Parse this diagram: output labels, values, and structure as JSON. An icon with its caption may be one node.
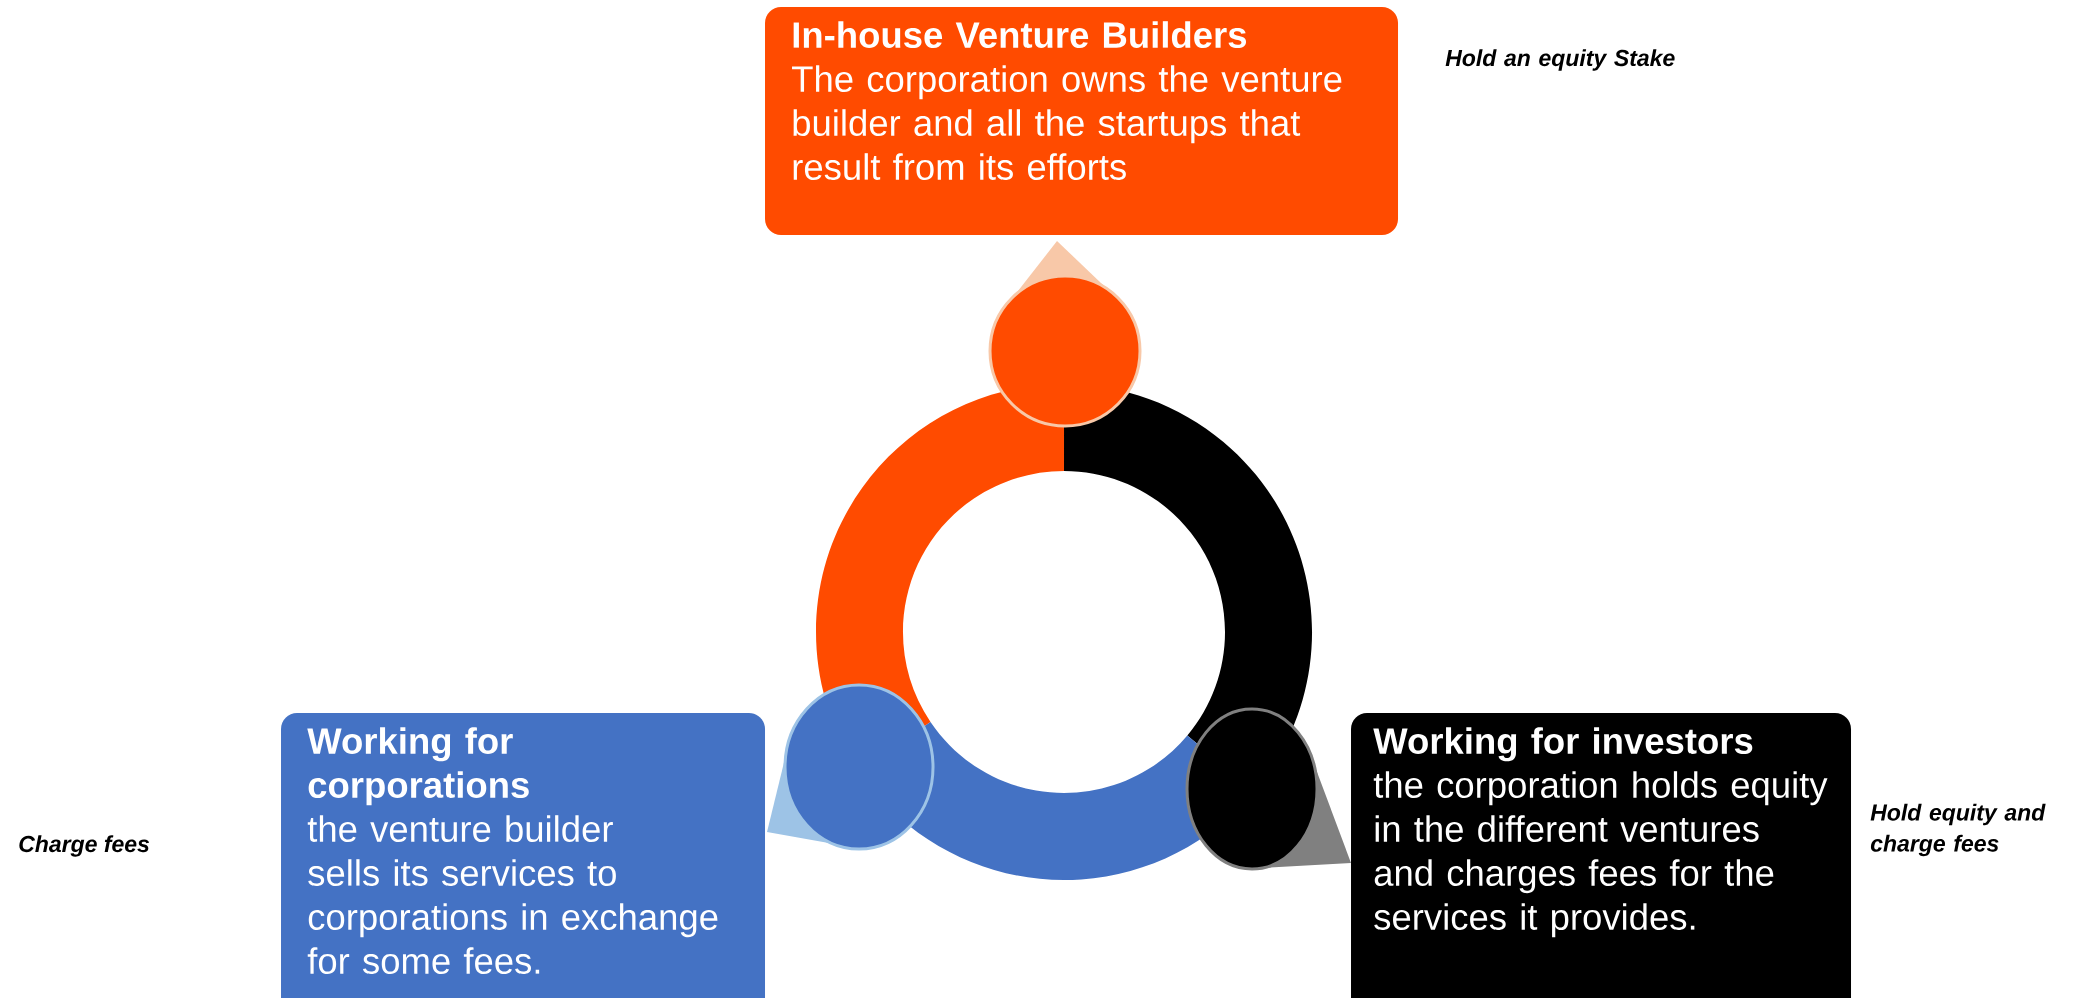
{
  "diagram": {
    "nodes": [
      {
        "text": [
          "In-house Venture Builders",
          "The corporation owns the venture builder and all the startups that result from its efforts"
        ],
        "beside": [
          "Hold an equity Stake"
        ]
      },
      {
        "text": [
          "Working for corporations",
          "the venture builder sells its services to corporations in exchange for some fees."
        ]
      },
      {
        "text": [
          "Working for investors",
          "the corporation holds equity in the different ventures and charges fees for the services it provides."
        ],
        "beside": [
          "Hold equity and charge fees"
        ]
      }
    ],
    "labels": [
      "Charge fees"
    ]
  }
}
